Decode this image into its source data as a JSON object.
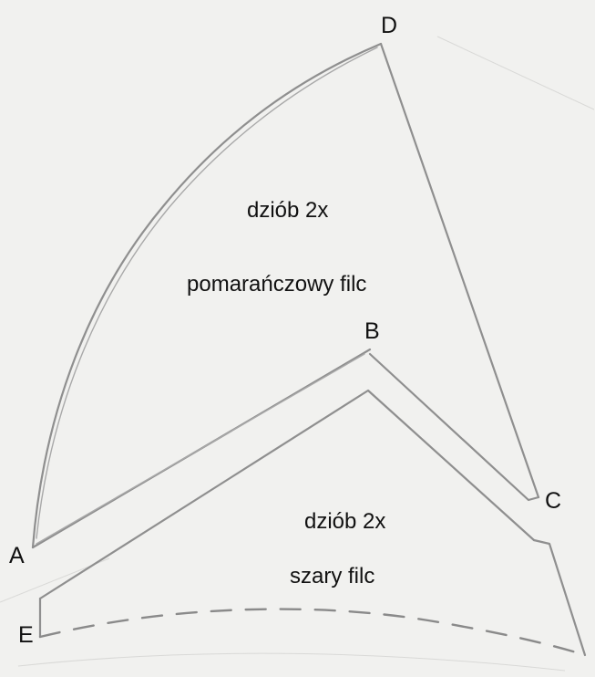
{
  "vertices": {
    "a": "A",
    "b": "B",
    "c": "C",
    "d": "D",
    "e": "E"
  },
  "orange_piece": {
    "title": "dziób 2x",
    "material": "pomarańczowy filc"
  },
  "grey_piece": {
    "title": "dziób 2x",
    "material": "szary filc"
  }
}
